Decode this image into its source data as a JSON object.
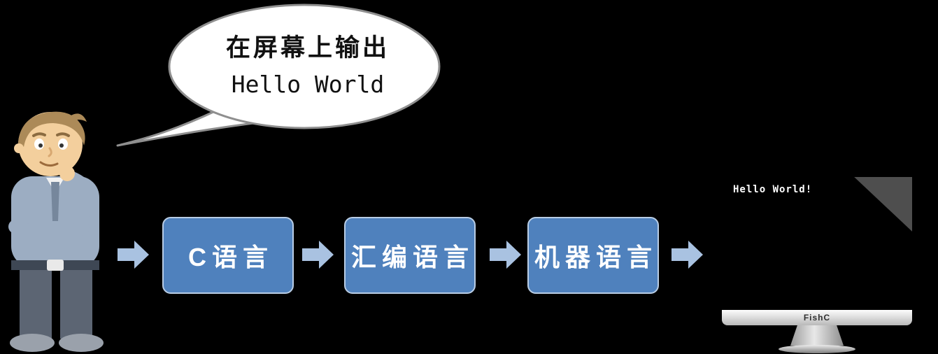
{
  "colors": {
    "background": "#000000",
    "box_fill": "#4f81bd",
    "box_border": "#b9cde5",
    "box_text": "#ffffff",
    "arrow": "#a9c2e1",
    "bubble_fill": "#ffffff",
    "bubble_border": "#8f8f8f",
    "bubble_text": "#111111",
    "screen_text": "#ffffff",
    "brand_text": "#2e2e2e"
  },
  "speech_bubble": {
    "line1": "在屏幕上输出",
    "line2": "Hello World"
  },
  "flow": {
    "steps": [
      {
        "label": "C语言"
      },
      {
        "label": "汇编语言"
      },
      {
        "label": "机器语言"
      }
    ]
  },
  "monitor": {
    "screen_text": "Hello World!",
    "brand": "FishC"
  },
  "icons": {
    "arrow": "arrow-right-icon",
    "person": "thinking-person-illustration"
  }
}
